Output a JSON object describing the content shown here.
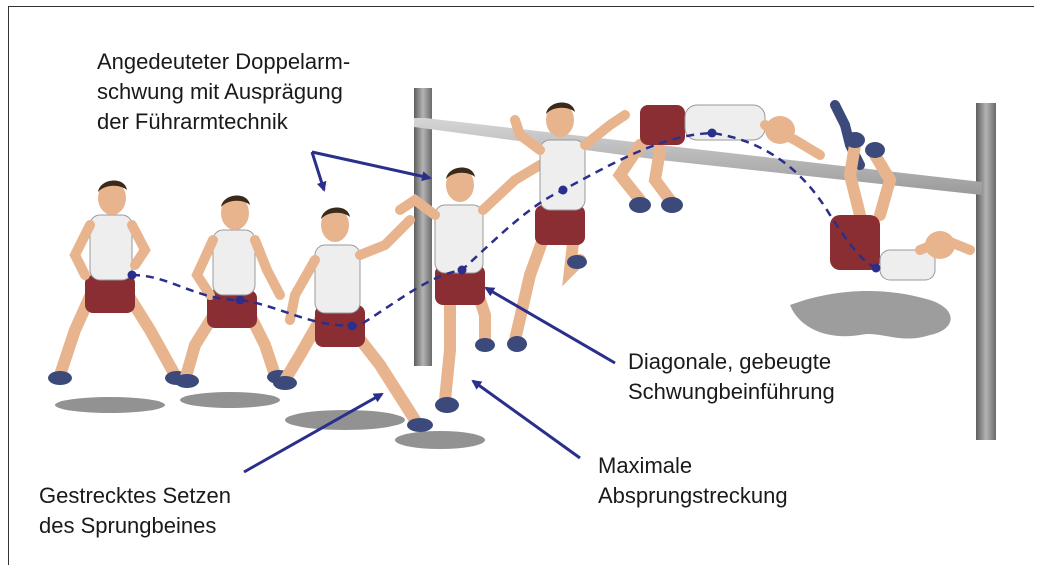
{
  "annotations": {
    "arm_swing": [
      "Angedeuteter Doppelarm-",
      "schwung mit Ausprägung",
      "der Führarmtechnik"
    ],
    "swing_leg": [
      "Diagonale, gebeugte",
      "Schwungbeinführung"
    ],
    "takeoff": [
      "Maximale",
      "Absprungstreckung"
    ],
    "plant": [
      "Gestrecktes Setzen",
      "des Sprungbeines"
    ]
  },
  "colors": {
    "arrow": "#2b2f8c",
    "path": "#2b2f8c",
    "shorts": "#8a2e33",
    "skin": "#e8b48e",
    "shirt": "#eeeeee",
    "post": "#8a8a8a",
    "bar": "#b8b8b8",
    "shoe": "#3b4a7a"
  },
  "icons": [
    "high-jump-athlete-figure",
    "jump-standard-post",
    "crossbar"
  ]
}
